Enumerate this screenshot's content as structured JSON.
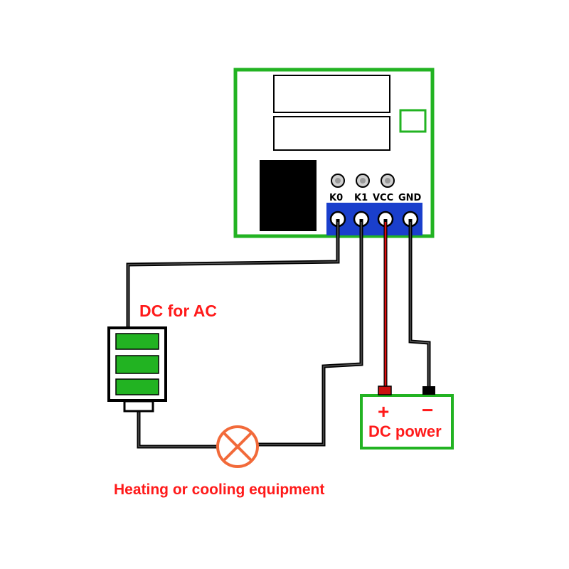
{
  "module": {
    "pin_labels": [
      "K0",
      "K1",
      "VCC",
      "GND"
    ]
  },
  "labels": {
    "dc_for_ac": "DC for AC",
    "dc_power": "DC power",
    "plus_sign": "+",
    "minus_sign": "−",
    "equipment": "Heating or cooling equipment"
  },
  "colors": {
    "board_border": "#22b322",
    "terminal_block": "#1a3fcc",
    "relay_fill": "#22b322",
    "label_red": "#ff1a1a",
    "lamp_orange": "#f26a3a",
    "wire_red": "#e01010"
  },
  "icons": {
    "lamp": "lamp-symbol-icon",
    "battery_relay": "relay-battery-icon"
  }
}
